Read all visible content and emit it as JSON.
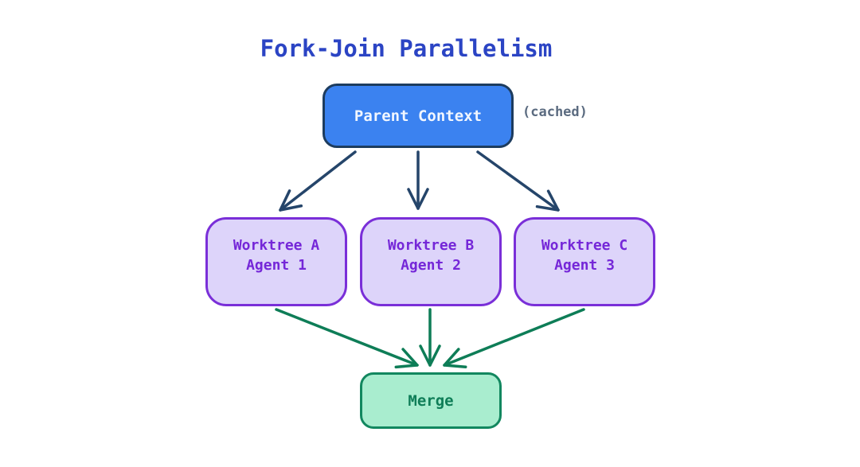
{
  "title": "Fork-Join Parallelism",
  "nodes": {
    "parent": {
      "label": "Parent Context",
      "annotation": "(cached)"
    },
    "worktrees": [
      {
        "line1": "Worktree A",
        "line2": "Agent 1"
      },
      {
        "line1": "Worktree B",
        "line2": "Agent 2"
      },
      {
        "line1": "Worktree C",
        "line2": "Agent 3"
      }
    ],
    "merge": {
      "label": "Merge"
    }
  },
  "edges": [
    {
      "from": "parent-context",
      "to": "worktree-a",
      "color": "#25456a"
    },
    {
      "from": "parent-context",
      "to": "worktree-b",
      "color": "#25456a"
    },
    {
      "from": "parent-context",
      "to": "worktree-c",
      "color": "#25456a"
    },
    {
      "from": "worktree-a",
      "to": "merge",
      "color": "#0e7d57"
    },
    {
      "from": "worktree-b",
      "to": "merge",
      "color": "#0e7d57"
    },
    {
      "from": "worktree-c",
      "to": "merge",
      "color": "#0e7d57"
    }
  ],
  "colors": {
    "background": "#ffffff",
    "title_text": "#2b44c4",
    "parent_fill": "#3b82f0",
    "parent_border": "#1d3c5e",
    "parent_text": "#f2f7ff",
    "annotation_text": "#5b6b80",
    "worktree_fill": "#ddd4fa",
    "worktree_border": "#7a2fd8",
    "worktree_text": "#7527d8",
    "merge_fill": "#a9edcf",
    "merge_border": "#12875f",
    "merge_text": "#0f7e58",
    "fork_arrow": "#25456a",
    "join_arrow": "#0e7d57"
  }
}
